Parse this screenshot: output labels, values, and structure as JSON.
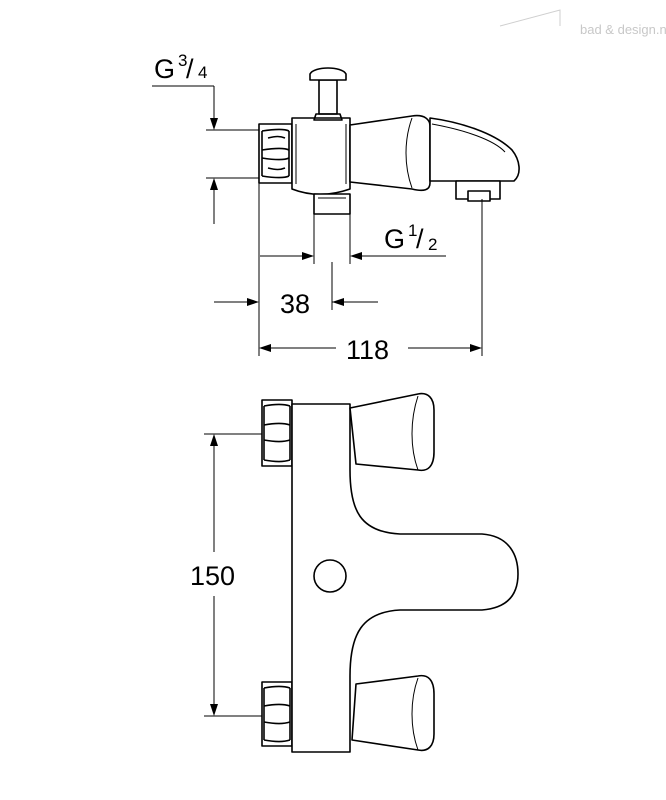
{
  "watermark": {
    "text": "bad & design.nl"
  },
  "side_view": {
    "inlet_thread": {
      "prefix": "G",
      "numerator": "3",
      "denominator": "4"
    },
    "outlet_thread": {
      "prefix": "G",
      "numerator": "1",
      "denominator": "2"
    },
    "dim_outlet_offset": "38",
    "dim_total_depth": "118"
  },
  "front_view": {
    "dim_inlet_spacing": "150"
  }
}
